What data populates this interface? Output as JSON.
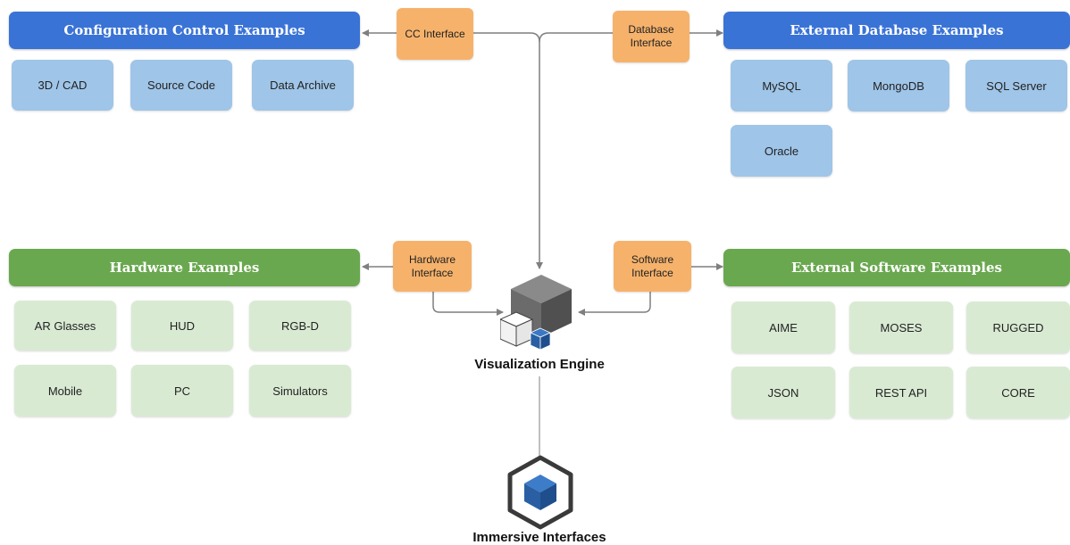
{
  "sections": {
    "config_control": {
      "title": "Configuration Control Examples",
      "items": [
        "3D / CAD",
        "Source Code",
        "Data Archive"
      ]
    },
    "external_db": {
      "title": "External Database Examples",
      "items": [
        "MySQL",
        "MongoDB",
        "SQL Server",
        "Oracle"
      ]
    },
    "hardware": {
      "title": "Hardware Examples",
      "items": [
        "AR Glasses",
        "HUD",
        "RGB-D",
        "Mobile",
        "PC",
        "Simulators"
      ]
    },
    "external_software": {
      "title": "External Software Examples",
      "items": [
        "AIME",
        "MOSES",
        "RUGGED",
        "JSON",
        "REST API",
        "CORE"
      ]
    }
  },
  "interfaces": {
    "cc": "CC Interface",
    "database": "Database\nInterface",
    "hardware": "Hardware\nInterface",
    "software": "Software\nInterface"
  },
  "engine_label": "Visualization Engine",
  "immersive_label": "Immersive Interfaces",
  "icons": {
    "engine": "cube-cluster-icon",
    "immersive": "hexagon-cube-icon"
  },
  "colors": {
    "header_blue": "#3a73d6",
    "item_blue": "#9fc5e8",
    "header_green": "#6aa84f",
    "item_green": "#d9ead3",
    "interface_orange": "#f6b26b",
    "connector_gray": "#7f7f7f",
    "cube_dark": "#5f5f5f",
    "cube_accent": "#1f4e8c"
  }
}
